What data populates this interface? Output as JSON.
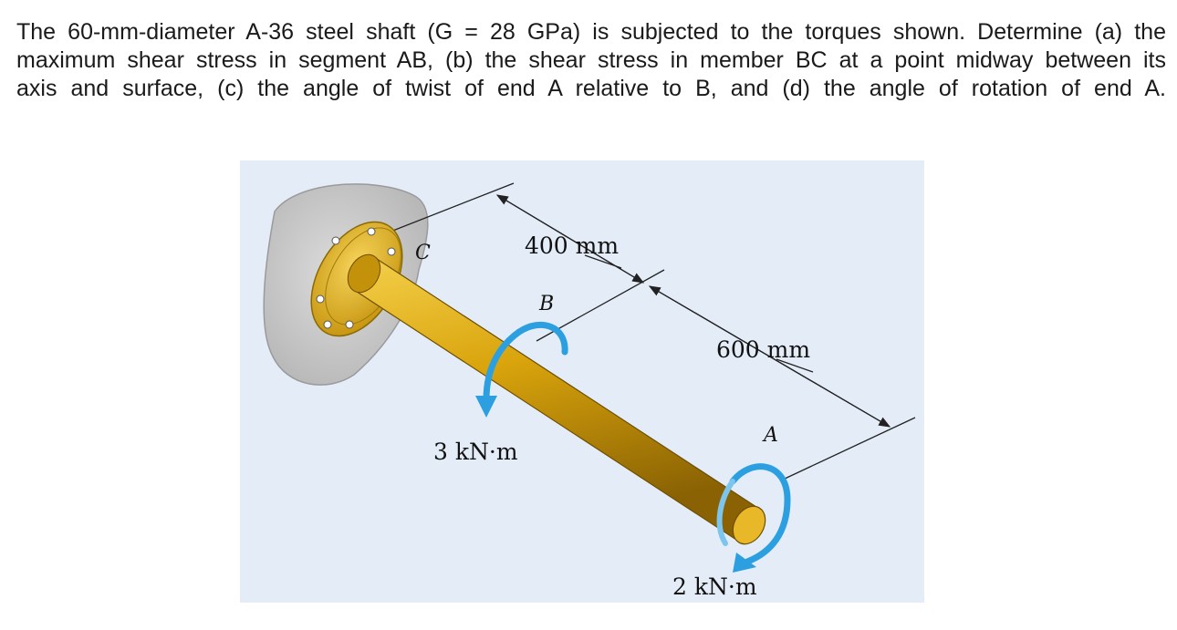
{
  "problem": {
    "lines": [
      "The 60-mm-diameter A-36 steel shaft (G = 28 GPa) is subjected to the torques shown. Determine (a) the",
      "maximum shear stress in segment AB, (b) the shear stress in member BC at a point midway between its",
      "axis and surface, (c) the angle of twist of end A relative to B, and (d) the angle of rotation of end A."
    ]
  },
  "figure": {
    "labels": {
      "C": "C",
      "B": "B",
      "A": "A",
      "dim_cb": "400 mm",
      "dim_ba": "600 mm",
      "torque_b": "3 kN·m",
      "torque_a": "2 kN·m"
    },
    "colors": {
      "background": "#e4edf7",
      "shaft": "#d9a40c",
      "flange": "#e2b21a",
      "wall": "#c9c9c9",
      "torque_arrow": "#2b9fe0"
    }
  }
}
